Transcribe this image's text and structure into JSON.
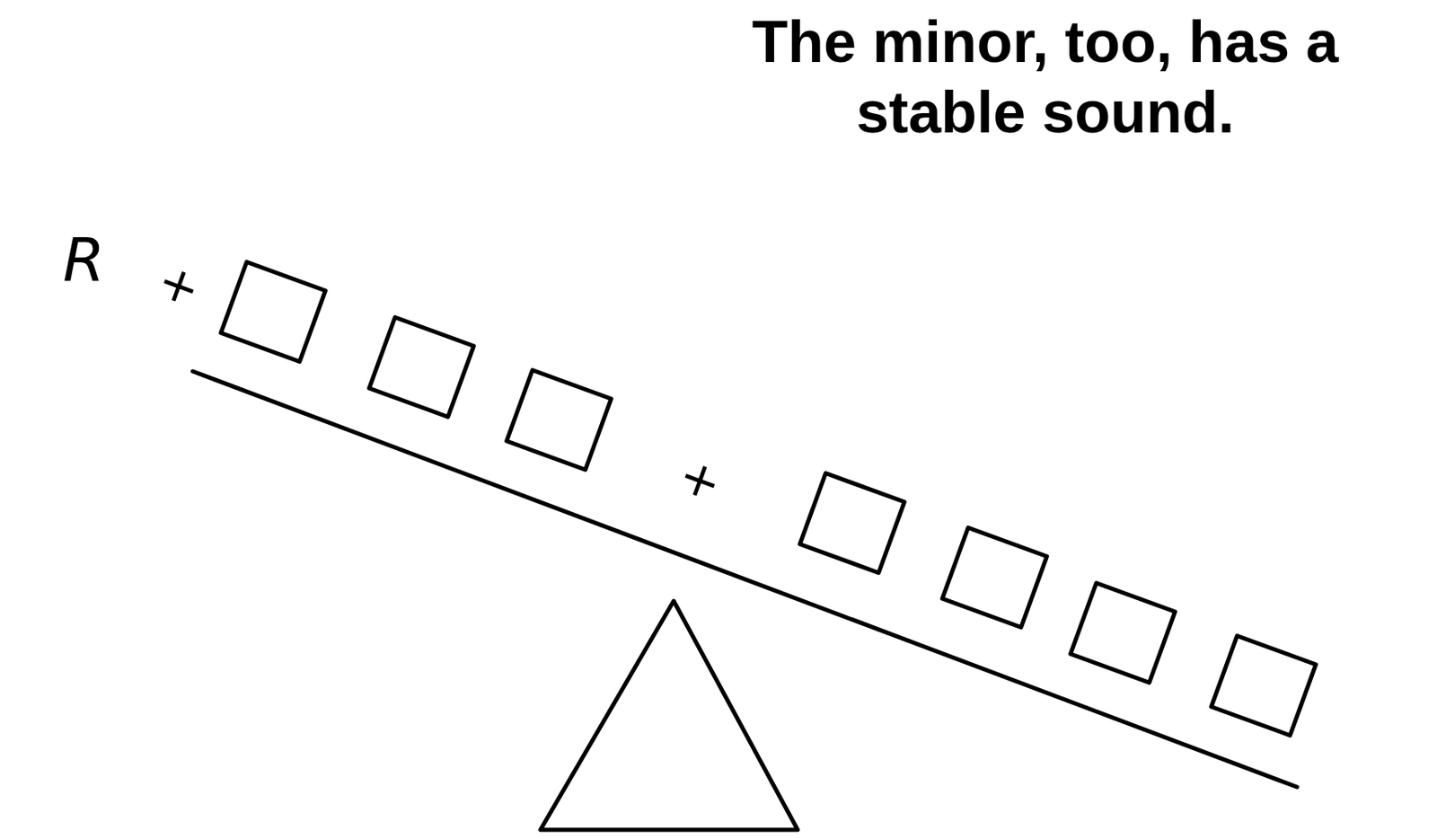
{
  "diagram": {
    "title": "The minor, too, has a stable sound.",
    "labels": [
      "R",
      "+",
      "+"
    ]
  }
}
